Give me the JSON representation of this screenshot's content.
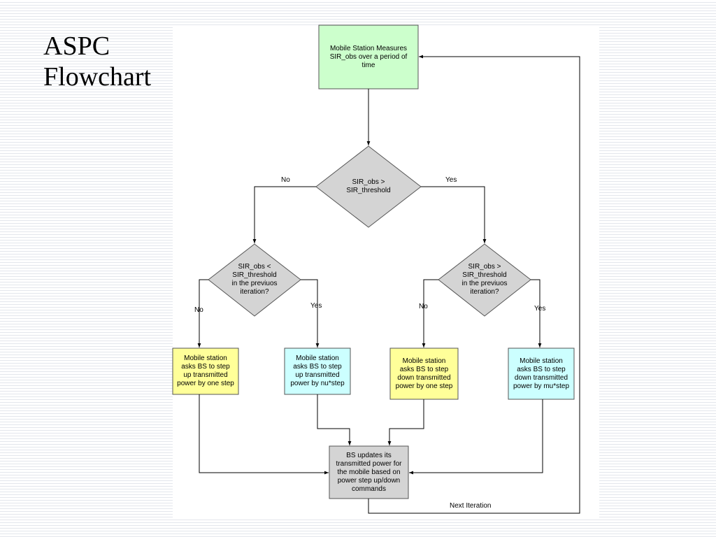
{
  "slide": {
    "title_line1": "ASPC",
    "title_line2": "Flowchart"
  },
  "flowchart": {
    "start": "Mobile Station Measures\nSIR_obs over a period of\ntime",
    "decision_main": "SIR_obs >\nSIR_threshold",
    "decision_left": "SIR_obs <\nSIR_threshold\nin the previuos\niteration?",
    "decision_right": "SIR_obs >\nSIR_threshold\nin the previuos\niteration?",
    "box_up_one": "Mobile station\nasks BS to step\nup transmitted\npower by one step",
    "box_up_nu": "Mobile station\nasks BS to step\nup transmitted\npower by nu*step",
    "box_down_one": "Mobile station\nasks BS to step\ndown transmitted\npower by one step",
    "box_down_mu": "Mobile station\nasks BS to step\ndown transmitted\npower by mu*step",
    "update": "BS updates its\ntransmitted power for\nthe mobile based on\npower step up/down\ncommands",
    "labels": {
      "main_no": "No",
      "main_yes": "Yes",
      "left_no": "No",
      "left_yes": "Yes",
      "right_no": "No",
      "right_yes": "Yes",
      "next_iteration": "Next Iteration"
    },
    "colors": {
      "start_fill": "#ccffcc",
      "decision_fill": "#d4d4d4",
      "yellow_fill": "#ffff99",
      "cyan_fill": "#ccffff",
      "update_fill": "#d4d4d4",
      "line": "#000000"
    }
  }
}
